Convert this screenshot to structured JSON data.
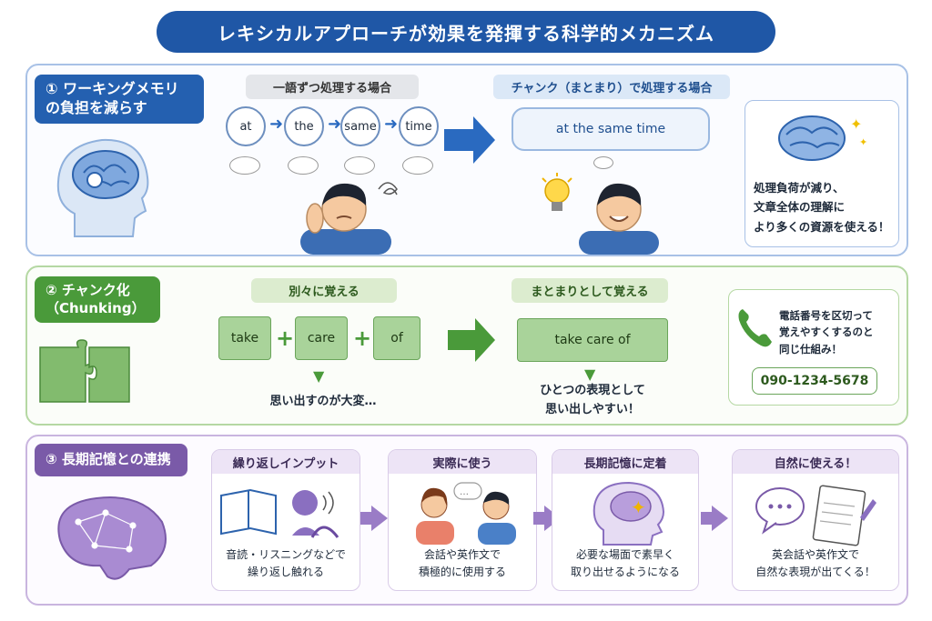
{
  "title": "レキシカルアプローチが効果を発揮する科学的メカニズム",
  "section1": {
    "label": "① ワーキングメモリの負担を減らす",
    "one_by_one_label": "一語ずつ処理する場合",
    "words": [
      "at",
      "the",
      "same",
      "time"
    ],
    "chunk_label": "チャンク（まとまり）で処理する場合",
    "chunk_phrase": "at the same time",
    "result": [
      "処理負荷が減り、",
      "文章全体の理解に",
      "より多くの資源を使える！"
    ]
  },
  "section2": {
    "label_line1": "② チャンク化",
    "label_line2": "（Chunking）",
    "separate_label": "別々に覚える",
    "pieces": [
      "take",
      "care",
      "of"
    ],
    "separate_result": "思い出すのが大変…",
    "together_label": "まとまりとして覚える",
    "combined": "take care of",
    "together_result": [
      "ひとつの表現として",
      "思い出しやすい！"
    ],
    "phone_note": [
      "電話番号を区切って",
      "覚えやすくするのと",
      "同じ仕組み！"
    ],
    "phone_number": "090-1234-5678"
  },
  "section3": {
    "label": "③ 長期記憶との連携",
    "steps": [
      {
        "title": "繰り返しインプット",
        "text": [
          "音読・リスニングなどで",
          "繰り返し触れる"
        ]
      },
      {
        "title": "実際に使う",
        "text": [
          "会話や英作文で",
          "積極的に使用する"
        ]
      },
      {
        "title": "長期記憶に定着",
        "text": [
          "必要な場面で素早く",
          "取り出せるようになる"
        ]
      },
      {
        "title": "自然に使える！",
        "text": [
          "英会話や英作文で",
          "自然な表現が出てくる！"
        ]
      }
    ]
  },
  "colors": {
    "blue": "#1f57a6",
    "green": "#4a9a3a",
    "purple": "#7a5aa8"
  }
}
